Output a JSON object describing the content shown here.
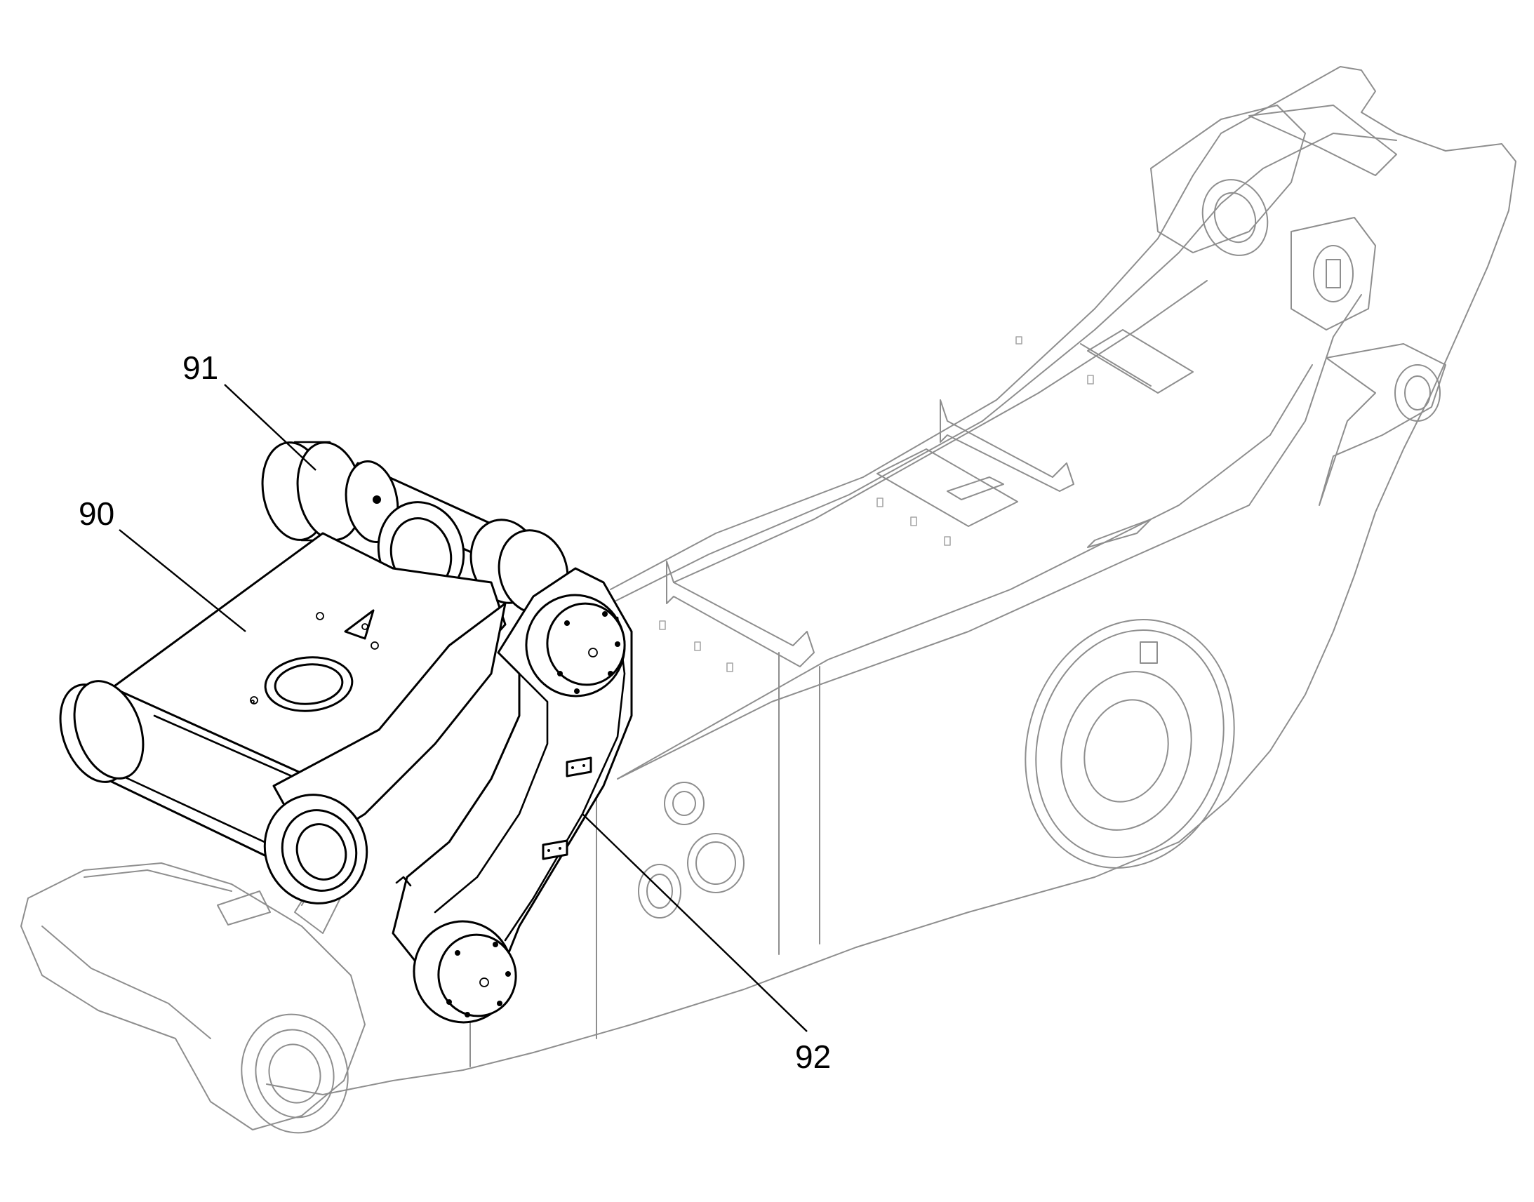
{
  "callouts": [
    {
      "id": "90",
      "text": "90"
    },
    {
      "id": "91",
      "text": "91"
    },
    {
      "id": "92",
      "text": "92"
    }
  ],
  "colors": {
    "line_bold": "#000000",
    "line_faint": "#8e8e8e",
    "background": "#ffffff"
  }
}
